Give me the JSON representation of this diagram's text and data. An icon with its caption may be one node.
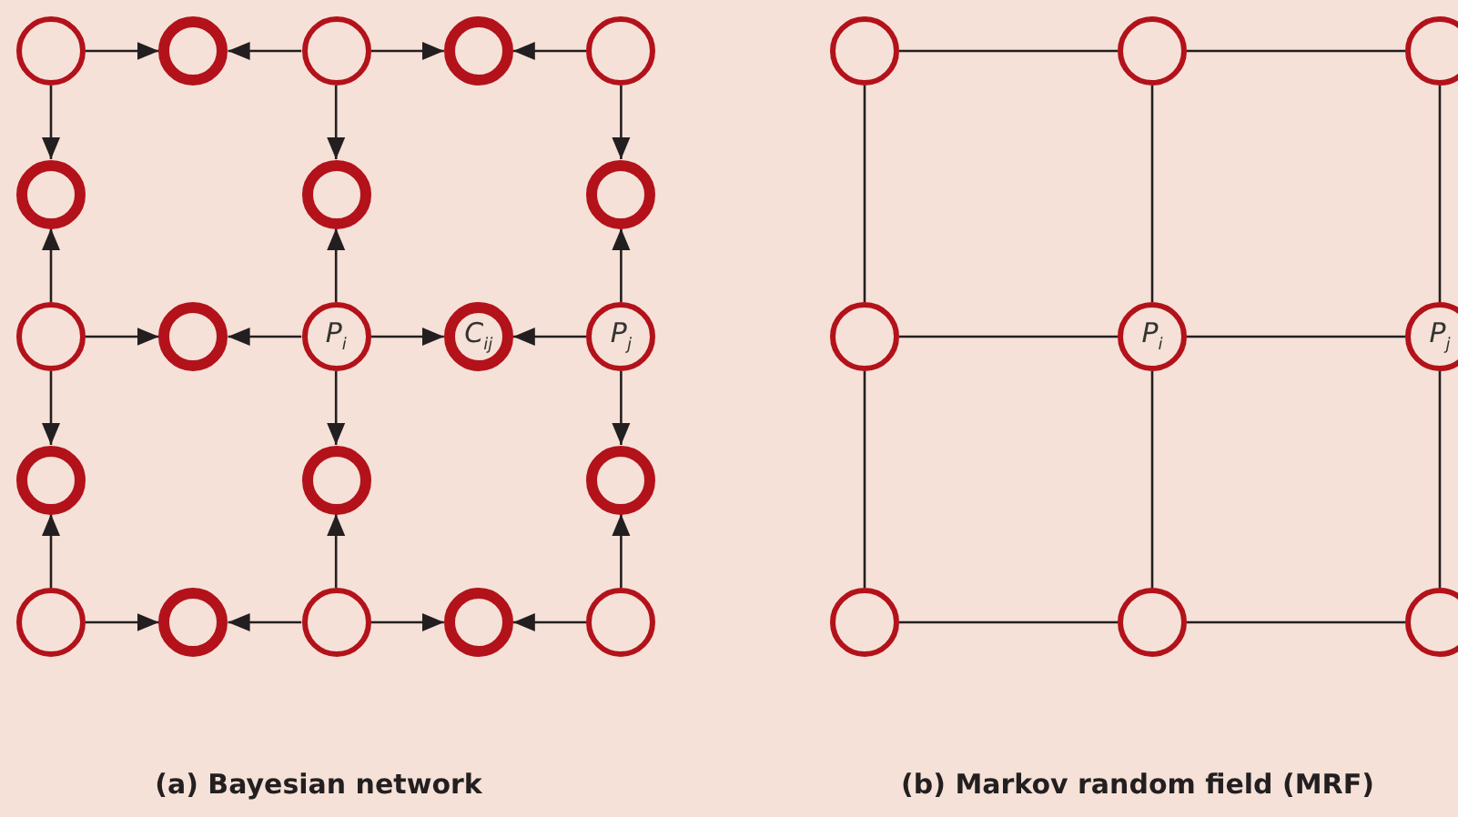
{
  "diagram": {
    "nodes": [
      {
        "text": [],
        "shape": "circle"
      },
      {
        "text": [],
        "shape": "circle"
      },
      {
        "text": [],
        "shape": "circle"
      },
      {
        "text": [],
        "shape": "circle"
      },
      {
        "text": [],
        "shape": "circle"
      },
      {
        "text": [],
        "shape": "circle"
      },
      {
        "text": [],
        "shape": "circle"
      },
      {
        "text": [],
        "shape": "circle"
      },
      {
        "text": [],
        "shape": "circle"
      },
      {
        "text": [],
        "shape": "circle"
      },
      {
        "text": [
          "P$_{i}$"
        ]
      },
      {
        "text": [
          "C$_{ij}$"
        ]
      },
      {
        "text": [
          "P$_{j}$"
        ]
      },
      {
        "text": [],
        "shape": "circle"
      },
      {
        "text": [],
        "shape": "circle"
      },
      {
        "text": [],
        "shape": "circle"
      },
      {
        "text": [],
        "shape": "circle"
      },
      {
        "text": [],
        "shape": "circle"
      },
      {
        "text": [],
        "shape": "circle"
      },
      {
        "text": [],
        "shape": "circle"
      },
      {
        "text": [],
        "shape": "circle"
      },
      {
        "text": [],
        "shape": "circle"
      },
      {
        "text": [],
        "shape": "circle"
      },
      {
        "text": [],
        "shape": "circle"
      },
      {
        "text": [],
        "shape": "circle"
      },
      {
        "text": [
          "P$_{i}$"
        ]
      },
      {
        "text": [
          "P$_{j}$"
        ]
      },
      {
        "text": [],
        "shape": "circle"
      },
      {
        "text": [],
        "shape": "circle"
      },
      {
        "text": [],
        "shape": "circle"
      }
    ],
    "edges": [
      {
        "from": 0,
        "to": 1,
        "arrow": "to"
      },
      {
        "from": 2,
        "to": 1,
        "arrow": "to"
      },
      {
        "from": 2,
        "to": 3,
        "arrow": "to"
      },
      {
        "from": 4,
        "to": 3,
        "arrow": "to"
      },
      {
        "from": 0,
        "to": 5,
        "arrow": "to"
      },
      {
        "from": 8,
        "to": 5,
        "arrow": "to"
      },
      {
        "from": 8,
        "to": 13,
        "arrow": "to"
      },
      {
        "from": 16,
        "to": 13,
        "arrow": "to"
      },
      {
        "from": 2,
        "to": 6,
        "arrow": "to"
      },
      {
        "from": 10,
        "to": 6,
        "arrow": "to"
      },
      {
        "from": 10,
        "to": 14,
        "arrow": "to"
      },
      {
        "from": 18,
        "to": 14,
        "arrow": "to"
      },
      {
        "from": 4,
        "to": 7,
        "arrow": "to"
      },
      {
        "from": 12,
        "to": 7,
        "arrow": "to"
      },
      {
        "from": 12,
        "to": 15,
        "arrow": "to"
      },
      {
        "from": 20,
        "to": 15,
        "arrow": "to"
      },
      {
        "from": 8,
        "to": 9,
        "arrow": "to"
      },
      {
        "from": 10,
        "to": 9,
        "arrow": "to"
      },
      {
        "from": 10,
        "to": 11,
        "arrow": "to"
      },
      {
        "from": 12,
        "to": 11,
        "arrow": "to"
      },
      {
        "from": 16,
        "to": 17,
        "arrow": "to"
      },
      {
        "from": 18,
        "to": 17,
        "arrow": "to"
      },
      {
        "from": 18,
        "to": 19,
        "arrow": "to"
      },
      {
        "from": 20,
        "to": 19,
        "arrow": "to"
      },
      {
        "from": 21,
        "to": 22,
        "arrow": "none"
      },
      {
        "from": 22,
        "to": 23,
        "arrow": "none"
      },
      {
        "from": 24,
        "to": 25,
        "arrow": "none"
      },
      {
        "from": 25,
        "to": 26,
        "arrow": "none"
      },
      {
        "from": 27,
        "to": 28,
        "arrow": "none"
      },
      {
        "from": 28,
        "to": 29,
        "arrow": "none"
      },
      {
        "from": 21,
        "to": 24,
        "arrow": "none"
      },
      {
        "from": 24,
        "to": 27,
        "arrow": "none"
      },
      {
        "from": 22,
        "to": 25,
        "arrow": "none"
      },
      {
        "from": 25,
        "to": 28,
        "arrow": "none"
      },
      {
        "from": 23,
        "to": 26,
        "arrow": "none"
      },
      {
        "from": 26,
        "to": 29,
        "arrow": "none"
      }
    ],
    "labels": [
      "(a) Bayesian network",
      "(b) Markov random field (MRF)"
    ]
  }
}
